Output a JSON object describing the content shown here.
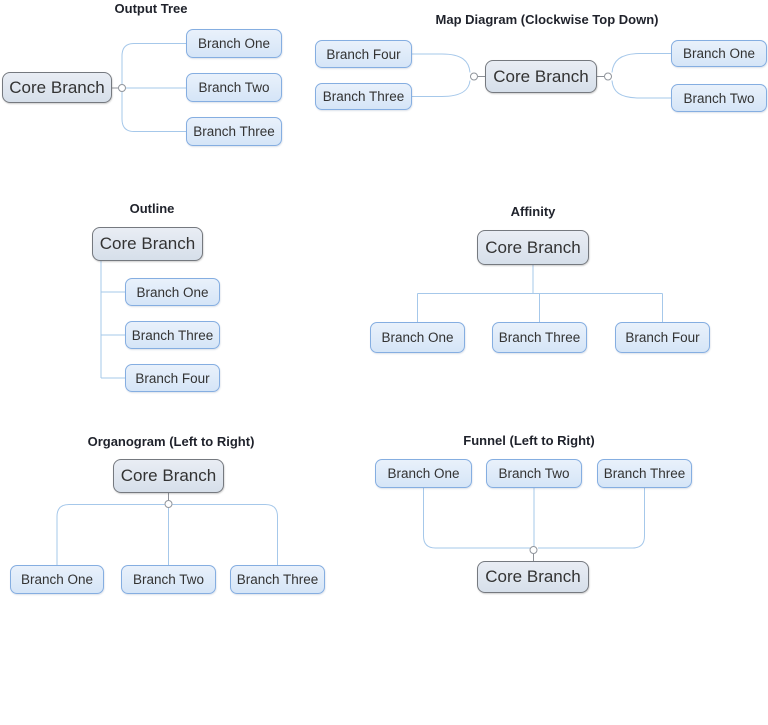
{
  "colors": {
    "background": "#ffffff",
    "title_color": "#1f222b",
    "node_text_color": "#333333",
    "branch_fill_top": "#e9f1fb",
    "branch_fill_bottom": "#d5e5f7",
    "branch_border": "#85aee1",
    "core_fill_top": "#e9edf4",
    "core_fill_bottom": "#d6dfea",
    "core_border": "#75797f",
    "connector_line": "#a6c8ea",
    "connector_stub": "#8d9198",
    "connector_dot_fill": "#ffffff",
    "connector_dot_stroke": "#90959c"
  },
  "diagrams": [
    {
      "title": "Output Tree",
      "core": "Core Branch",
      "branches": [
        "Branch One",
        "Branch Two",
        "Branch Three"
      ]
    },
    {
      "title": "Map Diagram (Clockwise Top Down)",
      "core": "Core Branch",
      "branches": [
        "Branch Four",
        "Branch Three",
        "Branch One",
        "Branch Two"
      ]
    },
    {
      "title": "Outline",
      "core": "Core Branch",
      "branches": [
        "Branch One",
        "Branch Three",
        "Branch Four"
      ]
    },
    {
      "title": "Affinity",
      "core": "Core Branch",
      "branches": [
        "Branch One",
        "Branch Three",
        "Branch Four"
      ]
    },
    {
      "title": "Organogram (Left to Right)",
      "core": "Core Branch",
      "branches": [
        "Branch One",
        "Branch Two",
        "Branch Three"
      ]
    },
    {
      "title": "Funnel (Left to Right)",
      "core": "Core Branch",
      "branches": [
        "Branch One",
        "Branch Two",
        "Branch Three"
      ]
    }
  ]
}
